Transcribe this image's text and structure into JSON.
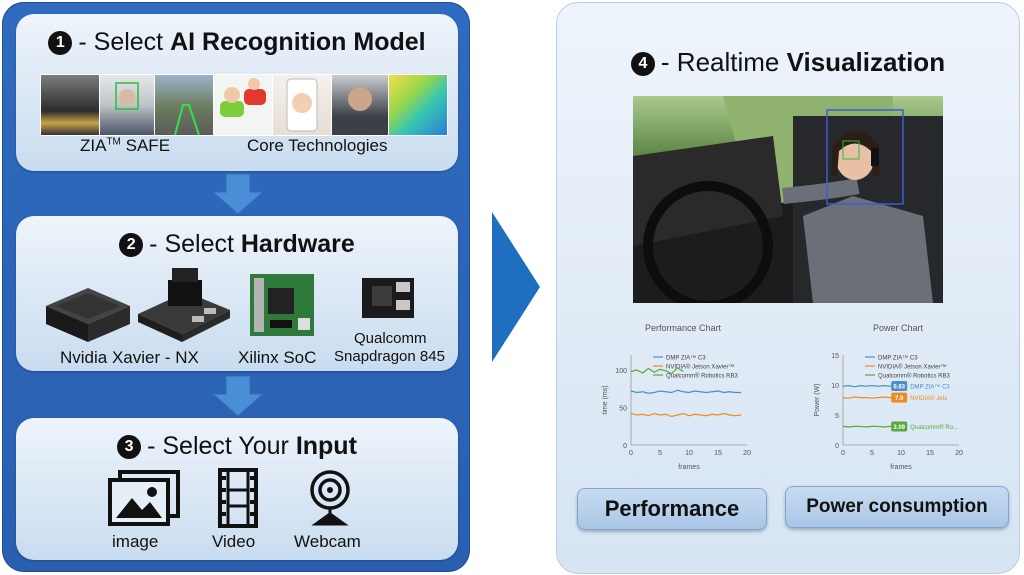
{
  "steps": [
    {
      "num": "1",
      "prefix": "- Select ",
      "bold": "AI Recognition Model",
      "captions": {
        "zia": "ZIA",
        "tm": "TM",
        "safe": " SAFE",
        "core": "Core Technologies"
      }
    },
    {
      "num": "2",
      "prefix": "- Select ",
      "bold": "Hardware",
      "hardware": [
        "Nvidia Xavier - NX",
        "Xilinx SoC",
        "Qualcomm",
        "Snapdragon 845"
      ]
    },
    {
      "num": "3",
      "prefix": "- Select Your ",
      "bold": "Input",
      "inputs": [
        "image",
        "Video",
        "Webcam"
      ]
    }
  ],
  "visualization": {
    "num": "4",
    "prefix": "- Realtime ",
    "bold": "Visualization",
    "buttons": {
      "performance": "Performance",
      "power": "Power consumption"
    }
  },
  "performance_chart": {
    "title": "Performance Chart",
    "ylabel": "time (ms)",
    "xlabel": "frames",
    "yticks": [
      "100",
      "50",
      "0"
    ],
    "xticks": [
      "0",
      "5",
      "10",
      "15",
      "20"
    ],
    "legend": [
      "DMP ZIA™ C3",
      "NVIDIA® Jetson Xavier™",
      "Qualcomm® Robotics RB3"
    ]
  },
  "power_chart": {
    "title": "Power Chart",
    "ylabel": "Power (W)",
    "xlabel": "frames",
    "yticks": [
      "15",
      "10",
      "5",
      "0"
    ],
    "xticks": [
      "0",
      "5",
      "10",
      "15",
      "20"
    ],
    "legend": [
      "DMP ZIA™ C3",
      "NVIDIA® Jetson Xavier™",
      "Qualcomm® Robotics RB3"
    ],
    "badges": [
      "9.83",
      "7.9",
      "3.09"
    ],
    "badge_labels": [
      "DMP ZIA™ C3",
      "NVIDIA® Jets",
      "Qualcomm® Ro..."
    ]
  },
  "chart_data": [
    {
      "type": "line",
      "title": "Performance Chart",
      "xlabel": "frames",
      "ylabel": "time (ms)",
      "xlim": [
        0,
        20
      ],
      "ylim": [
        0,
        120
      ],
      "x": [
        0,
        1,
        2,
        3,
        4,
        5,
        6,
        7,
        8,
        9,
        10,
        11,
        12,
        13,
        14,
        15,
        16,
        17,
        18,
        19
      ],
      "series": [
        {
          "name": "DMP ZIA™ C3",
          "color": "#4a8fc9",
          "values": [
            72,
            70,
            71,
            69,
            70,
            72,
            71,
            70,
            73,
            71,
            70,
            72,
            71,
            70,
            71,
            72,
            70,
            71,
            70,
            70
          ]
        },
        {
          "name": "NVIDIA® Jetson Xavier™",
          "color": "#f08a24",
          "values": [
            42,
            40,
            41,
            39,
            42,
            40,
            41,
            38,
            40,
            42,
            39,
            41,
            40,
            39,
            41,
            40,
            42,
            40,
            39,
            40
          ]
        },
        {
          "name": "Qualcomm® Robotics RB3",
          "color": "#5aa83a",
          "values": [
            98,
            100,
            96,
            102,
            97,
            101,
            99,
            95,
            103,
            98
          ]
        }
      ]
    },
    {
      "type": "line",
      "title": "Power Chart",
      "xlabel": "frames",
      "ylabel": "Power (W)",
      "xlim": [
        0,
        20
      ],
      "ylim": [
        0,
        15
      ],
      "x": [
        0,
        1,
        2,
        3,
        4,
        5,
        6,
        7,
        8,
        9,
        10,
        11,
        12,
        13,
        14,
        15,
        16,
        17,
        18,
        19
      ],
      "series": [
        {
          "name": "DMP ZIA™ C3",
          "color": "#4a8fc9",
          "values": [
            9.8,
            9.9,
            9.7,
            9.9,
            9.8,
            9.9,
            9.8,
            9.9,
            9.8,
            9.83
          ]
        },
        {
          "name": "NVIDIA® Jetson Xavier™",
          "color": "#f08a24",
          "values": [
            7.9,
            7.8,
            8.0,
            7.9,
            7.9,
            7.8,
            7.9,
            8.0,
            7.9,
            7.9
          ]
        },
        {
          "name": "Qualcomm® Robotics RB3",
          "color": "#5aa83a",
          "values": [
            3.1,
            3.0,
            3.1,
            3.09,
            3.0,
            3.1,
            3.09,
            3.0,
            3.1,
            3.09
          ]
        }
      ]
    }
  ],
  "colors": {
    "panel_blue": "#2f6bbf",
    "step_bg": "#dce8f5",
    "arrow": "#4a8fd6",
    "chevron": "#1f6fc0"
  }
}
